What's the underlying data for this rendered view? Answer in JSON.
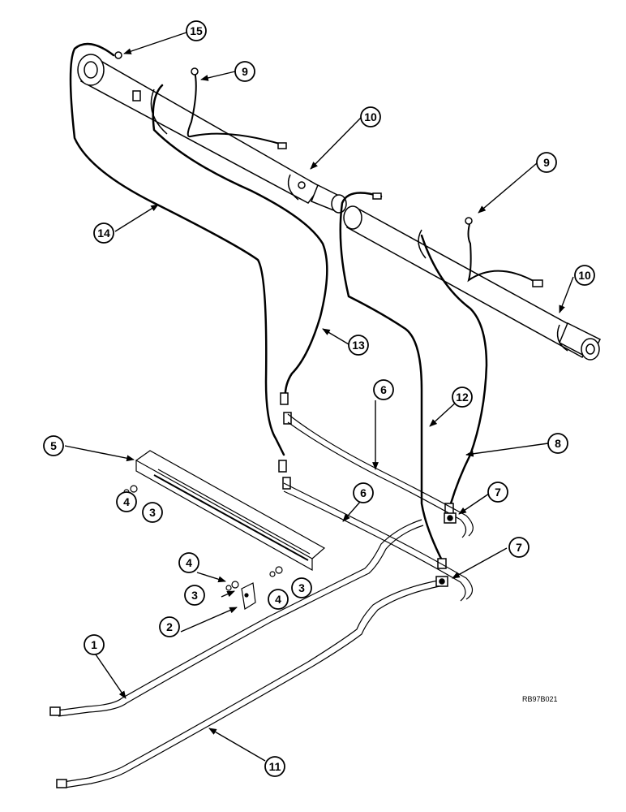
{
  "figure_ref": "RB97B021",
  "callouts": [
    {
      "id": "c15",
      "label": "15"
    },
    {
      "id": "c9a",
      "label": "9"
    },
    {
      "id": "c10a",
      "label": "10"
    },
    {
      "id": "c9b",
      "label": "9"
    },
    {
      "id": "c14",
      "label": "14"
    },
    {
      "id": "c10b",
      "label": "10"
    },
    {
      "id": "c13",
      "label": "13"
    },
    {
      "id": "c6a",
      "label": "6"
    },
    {
      "id": "c12",
      "label": "12"
    },
    {
      "id": "c5",
      "label": "5"
    },
    {
      "id": "c8",
      "label": "8"
    },
    {
      "id": "c7a",
      "label": "7"
    },
    {
      "id": "c6b",
      "label": "6"
    },
    {
      "id": "c4a",
      "label": "4"
    },
    {
      "id": "c3a",
      "label": "3"
    },
    {
      "id": "c7b",
      "label": "7"
    },
    {
      "id": "c4b",
      "label": "4"
    },
    {
      "id": "c3b",
      "label": "3"
    },
    {
      "id": "c4c",
      "label": "4"
    },
    {
      "id": "c3c",
      "label": "3"
    },
    {
      "id": "c2",
      "label": "2"
    },
    {
      "id": "c1",
      "label": "1"
    },
    {
      "id": "c11",
      "label": "11"
    }
  ]
}
